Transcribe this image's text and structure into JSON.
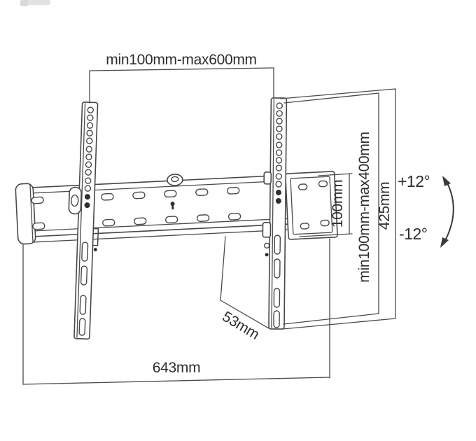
{
  "page": {
    "background": "#ffffff"
  },
  "colors": {
    "line": "#474747",
    "text": "#2d2d2d",
    "filled_hole": "#2f2f2f",
    "smudge": "#e2e2e2"
  },
  "labels": {
    "top_span": "min100mm-max600mm",
    "vesa_vertical": "min100mm-max400mm",
    "overall_height": "425mm",
    "plate_height": "100mm",
    "depth": "53mm",
    "overall_width": "643mm",
    "tilt_up": "+12°",
    "tilt_down": "-12°"
  }
}
